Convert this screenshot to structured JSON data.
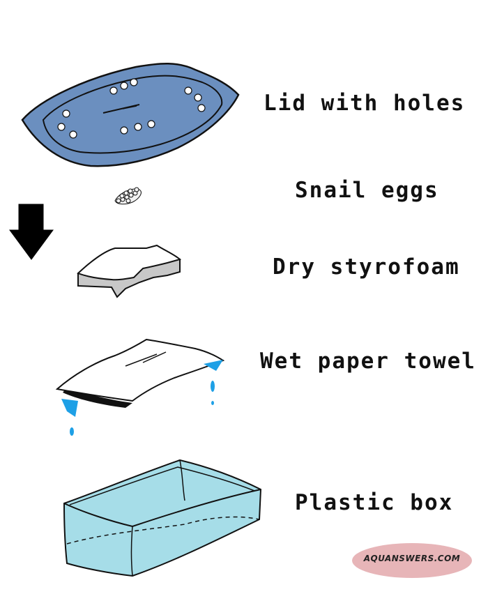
{
  "layers": [
    {
      "id": "lid",
      "label": "Lid with holes"
    },
    {
      "id": "eggs",
      "label": "Snail eggs"
    },
    {
      "id": "styrofoam",
      "label": "Dry styrofoam"
    },
    {
      "id": "towel",
      "label": "Wet paper towel"
    },
    {
      "id": "box",
      "label": "Plastic box"
    }
  ],
  "watermark": "AQUANSWERS.COM",
  "colors": {
    "lid": "#6b8fbf",
    "box": "#a6dde8",
    "water": "#1ea0e6",
    "watermark_bg": "#e7b5b8"
  }
}
